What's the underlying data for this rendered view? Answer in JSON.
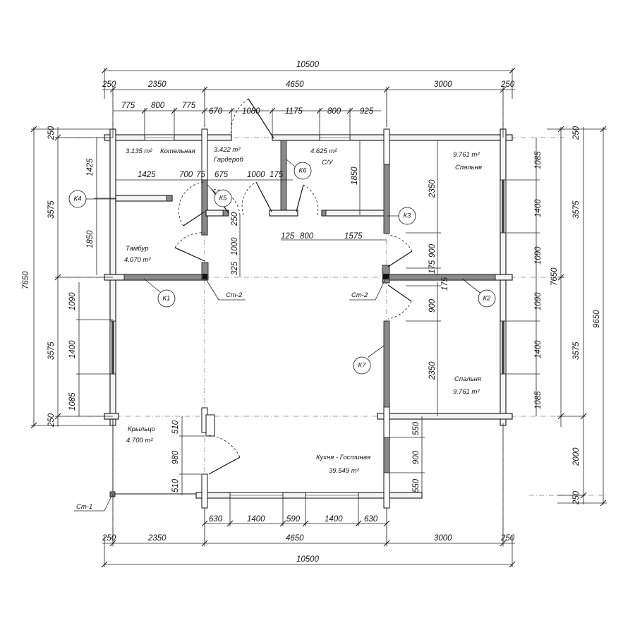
{
  "dimensions": {
    "total_width": "10500",
    "top_segments": [
      "250",
      "2350",
      "4650",
      "3000",
      "250"
    ],
    "top_windows_left": [
      "775",
      "800",
      "775"
    ],
    "top_windows_mid": [
      "670",
      "1080",
      "1175",
      "800",
      "925"
    ],
    "total_height": "7650",
    "total_height_right": "9650",
    "left_segments": [
      "250",
      "3575",
      "3575",
      "250"
    ],
    "right_segments": [
      "250",
      "3575",
      "3575",
      "2000",
      "250"
    ],
    "left_inner_top": [
      "1425",
      "1850"
    ],
    "left_inner_bottom": [
      "1090",
      "1400",
      "1085"
    ],
    "right_inner_top": [
      "1085",
      "1400",
      "1090"
    ],
    "right_inner_bottom": [
      "1090",
      "1400",
      "1085"
    ],
    "inner_top_row": [
      "1425",
      "700",
      "75",
      "675",
      "1000",
      "175"
    ],
    "inner_mid_row": [
      "125",
      "800",
      "1575"
    ],
    "cu_height": "1850",
    "tambur_col": [
      "250",
      "1000",
      "325"
    ],
    "right_col_top": [
      "2350",
      "900",
      "175"
    ],
    "right_col_bottom": [
      "175",
      "900",
      "2350"
    ],
    "kitchen_right": [
      "550",
      "900",
      "550"
    ],
    "porch_left": [
      "510",
      "980",
      "510"
    ],
    "bottom_windows": [
      "630",
      "1400",
      "590",
      "1400",
      "630"
    ]
  },
  "rooms": [
    {
      "name": "Котельная",
      "area": "3.135 m²"
    },
    {
      "name": "Гардероб",
      "area": "3.422 m²"
    },
    {
      "name": "С/У",
      "area": "4.625 m²"
    },
    {
      "name": "Спальня",
      "area": "9.761 m²"
    },
    {
      "name": "Тамбур",
      "area": "4.070 m²"
    },
    {
      "name": "Спальня",
      "area": "9.761 m²"
    },
    {
      "name": "Крыльцо",
      "area": "4.700 m²"
    },
    {
      "name": "Кухня - Гостиная",
      "area": "39.549 m²"
    }
  ],
  "markers": [
    "К1",
    "К2",
    "К3",
    "К4",
    "К5",
    "К6",
    "К7"
  ],
  "callouts": [
    "Ст-1",
    "Ст-2",
    "Ст-2"
  ]
}
